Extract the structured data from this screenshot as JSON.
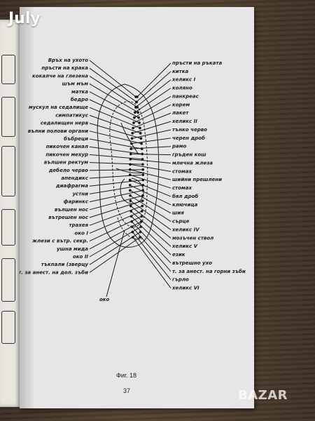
{
  "brand": {
    "text": "July"
  },
  "watermark": {
    "text": "BAZAR"
  },
  "figure": {
    "caption": "Фиг. 18",
    "page_number": "37",
    "labels_left": [
      "Връх на ухото",
      "пръсти на крака",
      "кокалче на глезена",
      "шъм мъм",
      "матка",
      "бедро",
      "мускул на седалище",
      "симпатикус",
      "седалищен нерв",
      "вълни полови органи",
      "бъбреци",
      "пикочен канал",
      "пикочен мехур",
      "вълшен ректум",
      "дебело черво",
      "апендикс",
      "диафрагма",
      "устни",
      "фаринкс",
      "вълшен нос",
      "вътрешен нос",
      "трахея",
      "око I",
      "жлези с вътр. секр.",
      "ушна мида",
      "око II",
      "тъкпали (зверцу",
      "т. за анест. на дол. зъби"
    ],
    "labels_right": [
      "пръсти на ръката",
      "китка",
      "хеликс I",
      "коляно",
      "панкреас",
      "корем",
      "лакет",
      "хеликс II",
      "тънко черво",
      "черен дроб",
      "рамо",
      "гръден кош",
      "млечна жлеза",
      "стомах",
      "шийни прешлени",
      "стомах",
      "бял дроб",
      "ключица",
      "шия",
      "сърце",
      "хеликс IV",
      "мозъчен ствол",
      "хеликс V",
      "език",
      "вътрешно ухо",
      "т. за анест. на горни зъби",
      "гърло",
      "хеликс VI"
    ],
    "label_bottom": "око"
  }
}
